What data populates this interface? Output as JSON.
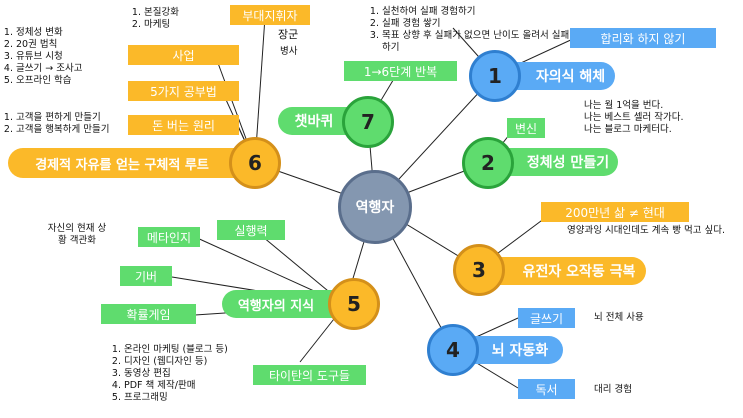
{
  "center": "역행자",
  "nodes": {
    "n1": {
      "num": "1",
      "title": "자의식 해체"
    },
    "n2": {
      "num": "2",
      "title": "정체성 만들기"
    },
    "n3": {
      "num": "3",
      "title": "유전자 오작동 극복"
    },
    "n4": {
      "num": "4",
      "title": "뇌 자동화"
    },
    "n5": {
      "num": "5",
      "title": "역행자의 지식"
    },
    "n6": {
      "num": "6",
      "title": "경제적 자유를 얻는 구체적 루트"
    },
    "n7": {
      "num": "7",
      "title": "챗바퀴"
    }
  },
  "boxes": {
    "rationalize": "합리화 하지 않기",
    "transform": "변신",
    "gene_box": "200만년 삶 ≠ 현대",
    "writing": "글쓰기",
    "reading": "독서",
    "titan": "타이탄의 도구들",
    "execution": "실행력",
    "metacog": "메타인지",
    "leverage": "기버",
    "probability": "확률게임",
    "money_principle": "돈 버는 원리",
    "five_study": "5가지 공부법",
    "business": "사업",
    "side_job": "부대지휘자",
    "repeat": "1→6단계 반복"
  },
  "texts": {
    "n7_list": [
      "실천하여 실패 경험하기",
      "실패 경험 쌓기",
      "목표 상향 후 실패가 없으면 난이도 올려서 실패하기"
    ],
    "side_job_list": [
      "본질강화",
      "마케팅"
    ],
    "janggun": "장군",
    "byeongsa": "병사",
    "identity": [
      "나는 월 1억을 번다.",
      "나는 베스트 셀러 작가다.",
      "나는 블로그 마케터다."
    ],
    "gene_text": "영양과잉 시대인데도 계속 빵 먹고 싶다.",
    "writing_text": "뇌 전체 사용",
    "reading_text": "대리 경험",
    "knowledge_list": [
      "온라인 마케팅 (블로그 등)",
      "디자인 (웹디자인 등)",
      "동영상 편집",
      "PDF 책 제작/판매",
      "프로그래밍"
    ],
    "metacog_text": "자신의 현재 상황 객관화",
    "money_list": [
      "고객을 편하게 만들기",
      "고객을 행복하게 만들기"
    ],
    "business_list": [
      "정체성 변화",
      "20권 법칙",
      "유튜브 시청",
      "글쓰기 → 조사고",
      "오프라인 학습"
    ]
  },
  "colors": {
    "blue": "#5aaaf5",
    "green": "#5fdc6e",
    "orange": "#fbb929",
    "center": "#8497b0"
  }
}
